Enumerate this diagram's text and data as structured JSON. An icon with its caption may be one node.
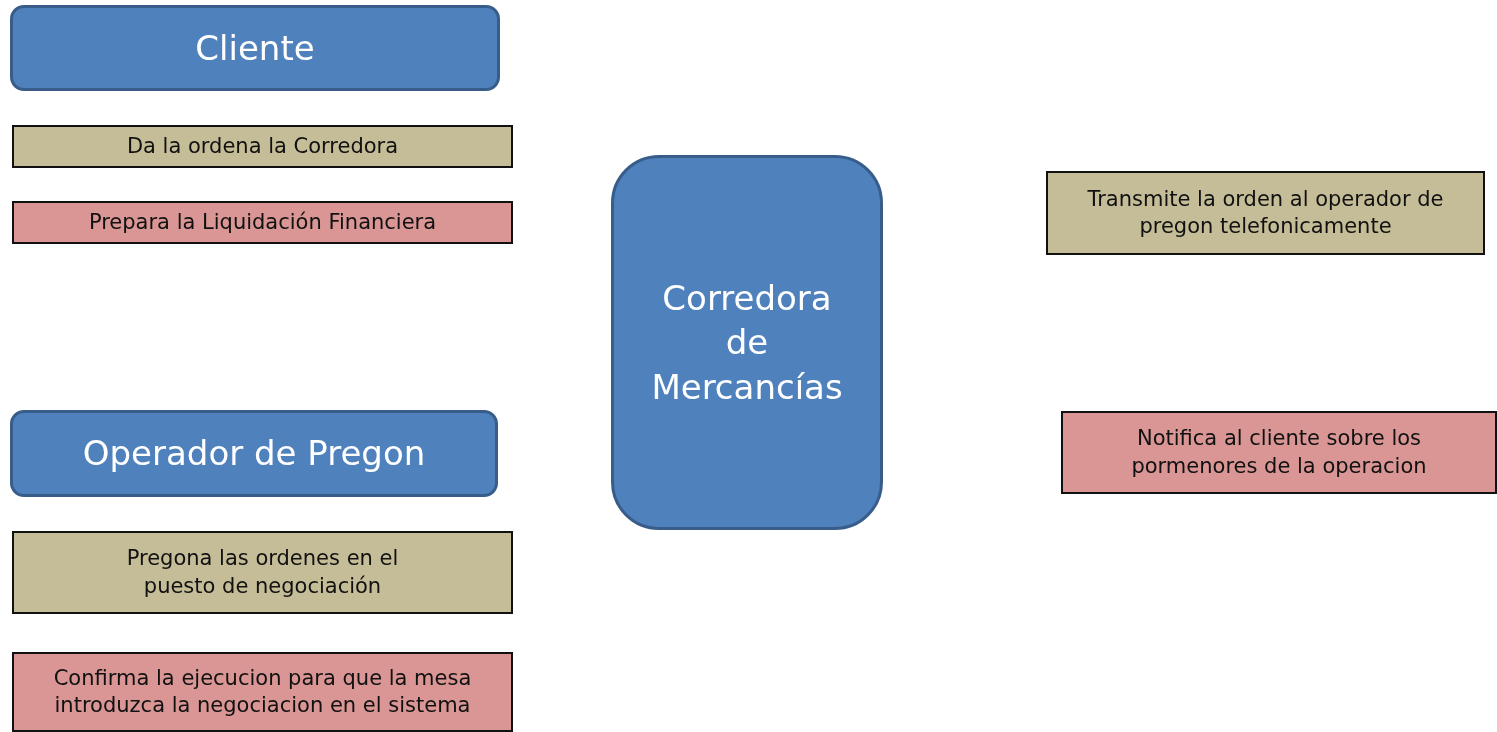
{
  "diagram": {
    "nodes": [
      {
        "text": [
          "Cliente"
        ]
      },
      {
        "text": [
          "Da la ordena la Corredora"
        ]
      },
      {
        "text": [
          "Prepara la Liquidación Financiera"
        ]
      },
      {
        "text": [
          "Operador de Pregon"
        ]
      },
      {
        "text": [
          "Pregona las ordenes en el puesto de negociación"
        ]
      },
      {
        "text": [
          "Confirma la ejecucion para que la mesa introduzca la negociacion en el sistema"
        ]
      },
      {
        "text": [
          "Corredora de Mercancías"
        ]
      },
      {
        "text": [
          "Transmite la orden al operador de pregon telefonicamente"
        ]
      },
      {
        "text": [
          "Notifica al cliente sobre los pormenores de la operacion"
        ]
      }
    ]
  }
}
